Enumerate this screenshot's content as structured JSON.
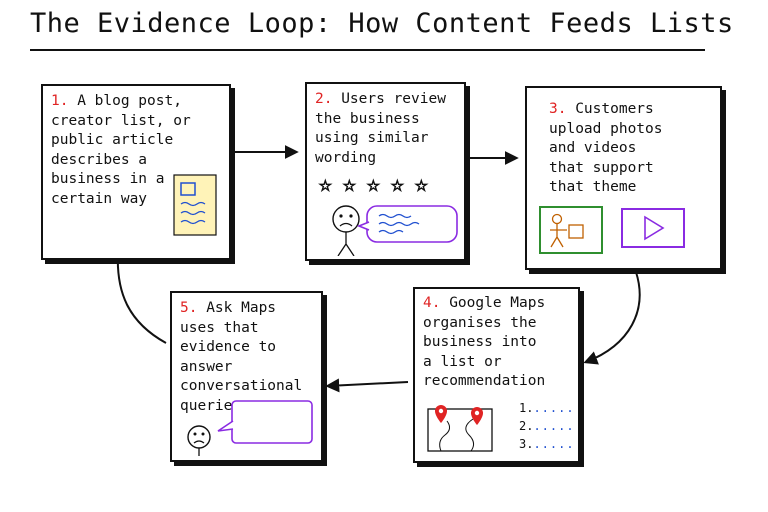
{
  "title": "The Evidence Loop: How Content Feeds Lists",
  "steps": [
    {
      "num": "1.",
      "text": "A blog post,\ncreator list, or\npublic article\ndescribes a\nbusiness in a\ncertain way"
    },
    {
      "num": "2.",
      "text": "Users review\nthe business\nusing similar\nwording"
    },
    {
      "num": "3.",
      "text": "Customers\nupload photos\nand videos\nthat support\nthat theme"
    },
    {
      "num": "4.",
      "text": "Google Maps\norganises the\nbusiness into\na list or\nrecommendation"
    },
    {
      "num": "5.",
      "text": "Ask Maps\nuses that\nevidence to\nanswer\nconversational\nqueries"
    }
  ],
  "ratings": {
    "stars": 5
  },
  "list_items": [
    "1.",
    "2.",
    "3."
  ],
  "colors": {
    "accent_red": "#e02424",
    "line_blue": "#2050d0",
    "star_yellow": "#f2d300",
    "article_fill": "#fff3b8",
    "photo_green": "#2f8f2f",
    "video_purple": "#8a2be2"
  },
  "icons": [
    "article-icon",
    "star-icon",
    "sad-face-icon",
    "speech-bubble-icon",
    "photo-icon",
    "video-play-icon",
    "map-pin-icon",
    "map-icon"
  ]
}
